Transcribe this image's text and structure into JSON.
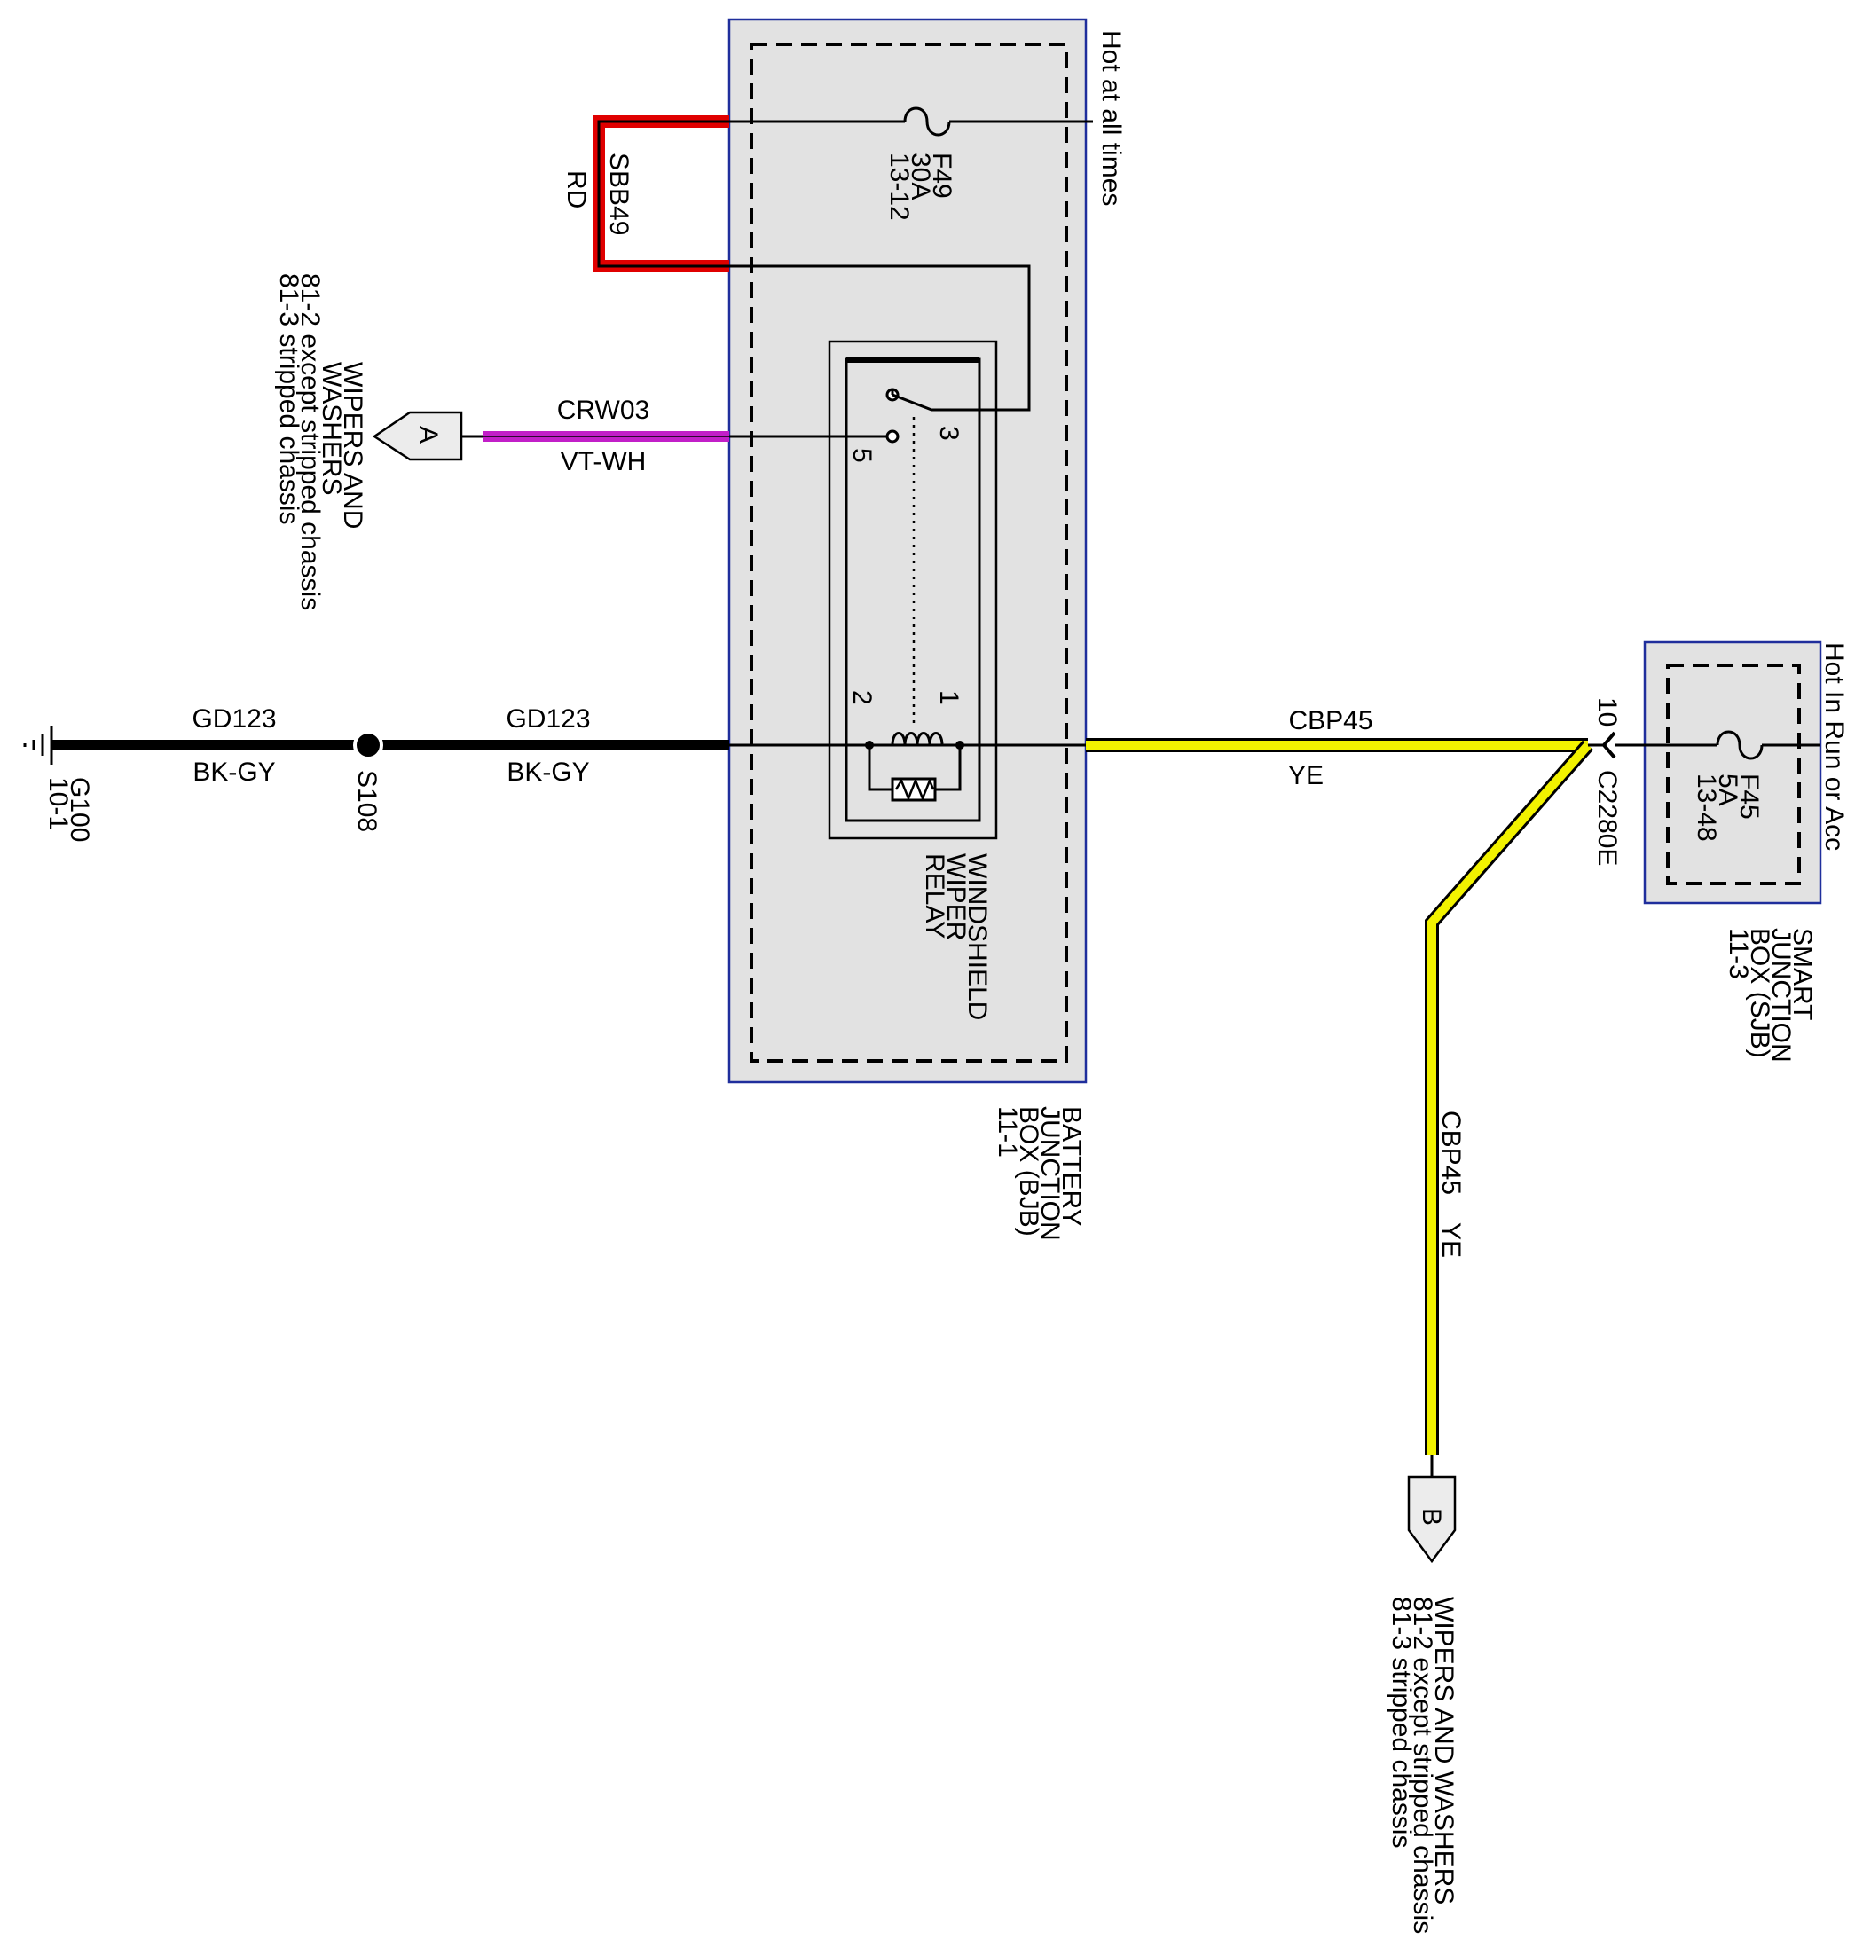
{
  "colors": {
    "background": "#ffffff",
    "box_fill": "#e2e2e2",
    "box_border": "#1f2e9c",
    "wire_black": "#000000",
    "wire_red": "#e00000",
    "wire_yellow": "#f2f200",
    "wire_violet": "#c21fc8"
  },
  "bjb": {
    "hot_label": "Hot at all times",
    "name_lines": [
      "BATTERY",
      "JUNCTION",
      "BOX (BJB)",
      "11-1"
    ],
    "fuse": {
      "name": "F49",
      "rating": "30A",
      "ref": "13-12"
    },
    "relay": {
      "name_lines": [
        "WINDSHIELD",
        "WIPER",
        "RELAY"
      ],
      "pins": {
        "p1": "1",
        "p2": "2",
        "p3": "3",
        "p5": "5"
      }
    }
  },
  "sjb": {
    "hot_label": "Hot In Run or Acc",
    "name_lines": [
      "SMART",
      "JUNCTION",
      "BOX (SJB)",
      "11-3"
    ],
    "fuse": {
      "name": "F45",
      "rating": "5A",
      "ref": "13-48"
    },
    "connector": {
      "id": "C2280E",
      "pin": "10"
    }
  },
  "wires": {
    "sbb49": {
      "circuit": "SBB49",
      "color": "RD"
    },
    "crw03": {
      "circuit": "CRW03",
      "color": "VT-WH"
    },
    "gd123_left": {
      "circuit": "GD123",
      "color": "BK-GY"
    },
    "gd123_right": {
      "circuit": "GD123",
      "color": "BK-GY"
    },
    "cbp45_horiz": {
      "circuit": "CBP45",
      "color": "YE"
    },
    "cbp45_vert": {
      "circuit": "CBP45",
      "color": "YE"
    }
  },
  "ground": {
    "id": "G100",
    "ref": "10-1"
  },
  "splice": {
    "id": "S108"
  },
  "offpage_a": {
    "letter": "A",
    "lines": [
      "WIPERS AND",
      "WASHERS",
      "81-2    except stripped chassis",
      "81-3    stripped chassis"
    ]
  },
  "offpage_b": {
    "letter": "B",
    "lines": [
      "WIPERS AND WASHERS",
      "81-2    except stripped chassis",
      "81-3    stripped chassis"
    ]
  }
}
